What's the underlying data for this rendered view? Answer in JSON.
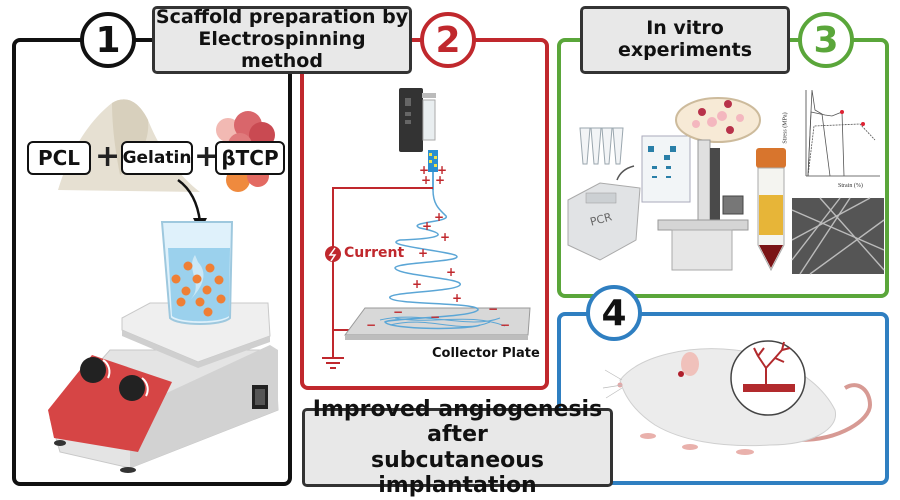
{
  "panels": [
    {
      "number": "1",
      "color": "#111111",
      "title": "Scaffold preparation by Electrospinning method",
      "title_lines": [
        "Scaffold preparation by",
        "Electrospinning method"
      ]
    },
    {
      "number": "2",
      "color": "#c0282d"
    },
    {
      "number": "3",
      "color": "#5aa63a",
      "title_lines": [
        "In vitro",
        "experiments"
      ]
    },
    {
      "number": "4",
      "color": "#2f7fc1"
    }
  ],
  "panel1": {
    "materials": [
      "PCL",
      "Gelatin",
      "βTCP"
    ],
    "operator": "+",
    "illustration": "magnetic-stirrer-with-beaker"
  },
  "panel2": {
    "current_label": "Current",
    "collector_label": "Collector Plate",
    "positive_charge": "+",
    "negative_charge": "−"
  },
  "panel3": {
    "pcr_label": "PCR",
    "chart_y_label": "Stress (MPa)",
    "chart_x_label": "Strain (%)"
  },
  "outcome": {
    "lines": [
      "Improved angiogenesis after",
      "subcutaneous implantation"
    ]
  },
  "colors": {
    "black": "#111111",
    "red": "#c0282d",
    "green": "#5aa63a",
    "blue": "#2f7fc1",
    "title_bg": "#e8e8e8"
  }
}
